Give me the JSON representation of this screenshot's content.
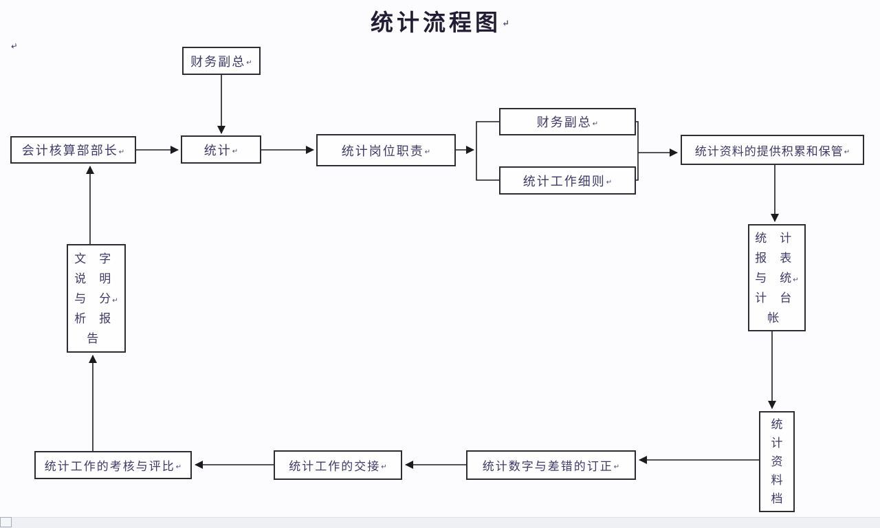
{
  "title": {
    "text": "统计流程图"
  },
  "marks": {
    "pilcrow": "↵",
    "stray": "↵"
  },
  "nodes": {
    "finance_vp_top": {
      "label": "财务副总"
    },
    "accounting_dept_head": {
      "label": "会计核算部部长"
    },
    "statistics": {
      "label": "统计"
    },
    "stat_post_duties": {
      "label": "统计岗位职责"
    },
    "finance_vp_branch": {
      "label": "财务副总"
    },
    "stat_work_rules": {
      "label": "统计工作细则"
    },
    "stat_data_keeping": {
      "label": "统计资料的提供积累和保管"
    },
    "stat_reports_ledgers": {
      "label": "统　计\n报　表\n与　统\n计　台\n帐"
    },
    "stat_data_archive": {
      "label": "统\n计\n资\n料\n档"
    },
    "stat_error_correction": {
      "label": "统计数字与差错的订正"
    },
    "stat_work_handover": {
      "label": "统计工作的交接"
    },
    "stat_work_assessment": {
      "label": "统计工作的考核与评比"
    },
    "text_analysis_report": {
      "label": "文　字\n说　明\n与　分\n析　报\n告"
    }
  },
  "colors": {
    "box_border": "#2e2c33",
    "connector": "#1b1b1f",
    "text": "#3d3a68",
    "title_text": "#221c34",
    "background": "#fcfcfe",
    "footer_strip": "#eef0f4"
  }
}
